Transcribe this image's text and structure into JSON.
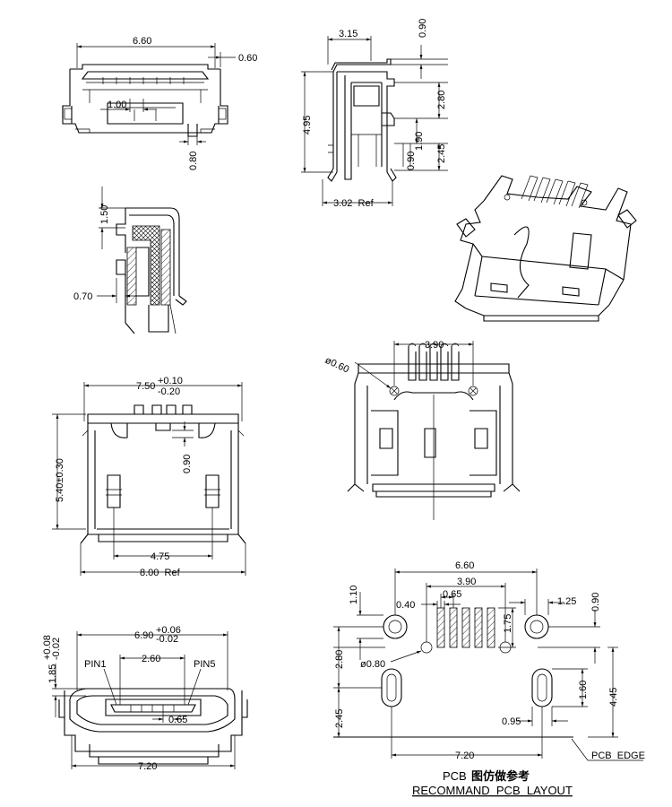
{
  "dimensions": {
    "top_view_width": "6.60",
    "top_view_edge": "0.60",
    "top_view_pitch": "1.00",
    "top_view_tail": "0.80",
    "side_top": "3.15",
    "side_top_right": "0.90",
    "side_height": "4.95",
    "side_280": "2.80",
    "side_190": "1.90",
    "side_245": "2.45",
    "side_090": "0.90",
    "side_ref": "3.02  Ref",
    "section_150": "1.50",
    "section_070": "0.70",
    "bottom_width": "7.50",
    "bottom_tol_plus": "+0.10",
    "bottom_tol_minus": "-0.20",
    "bottom_depth": "5.40±0.30",
    "bottom_090": "0.90",
    "bottom_475": "4.75",
    "bottom_ref": "8.00  Ref",
    "rear_dia": "ø0.60",
    "rear_390": "3.90",
    "front_width": "6.90",
    "front_w_plus": "+0.06",
    "front_w_minus": "-0.02",
    "front_height": "1.85",
    "front_h_plus": "+0.08",
    "front_h_minus": "-0.02",
    "front_pin1": "PIN1",
    "front_pin5": "PIN5",
    "front_260": "2.60",
    "front_065": "0.65",
    "front_720": "7.20",
    "pcb_660": "6.60",
    "pcb_390": "3.90",
    "pcb_065": "0.65",
    "pcb_040": "0.40",
    "pcb_110": "1.10",
    "pcb_125": "1.25",
    "pcb_090": "0.90",
    "pcb_175": "1.75",
    "pcb_dia": "ø0.80",
    "pcb_280": "2.80",
    "pcb_245": "2.45",
    "pcb_160": "1.60",
    "pcb_445": "4.45",
    "pcb_095": "0.95",
    "pcb_720": "7.20",
    "pcb_edge": "PCB  EDGE"
  },
  "caption": {
    "line1_prefix": "PCB",
    "line1_cn": "图仿做参考",
    "line2": "RECOMMAND  PCB  LAYOUT"
  }
}
